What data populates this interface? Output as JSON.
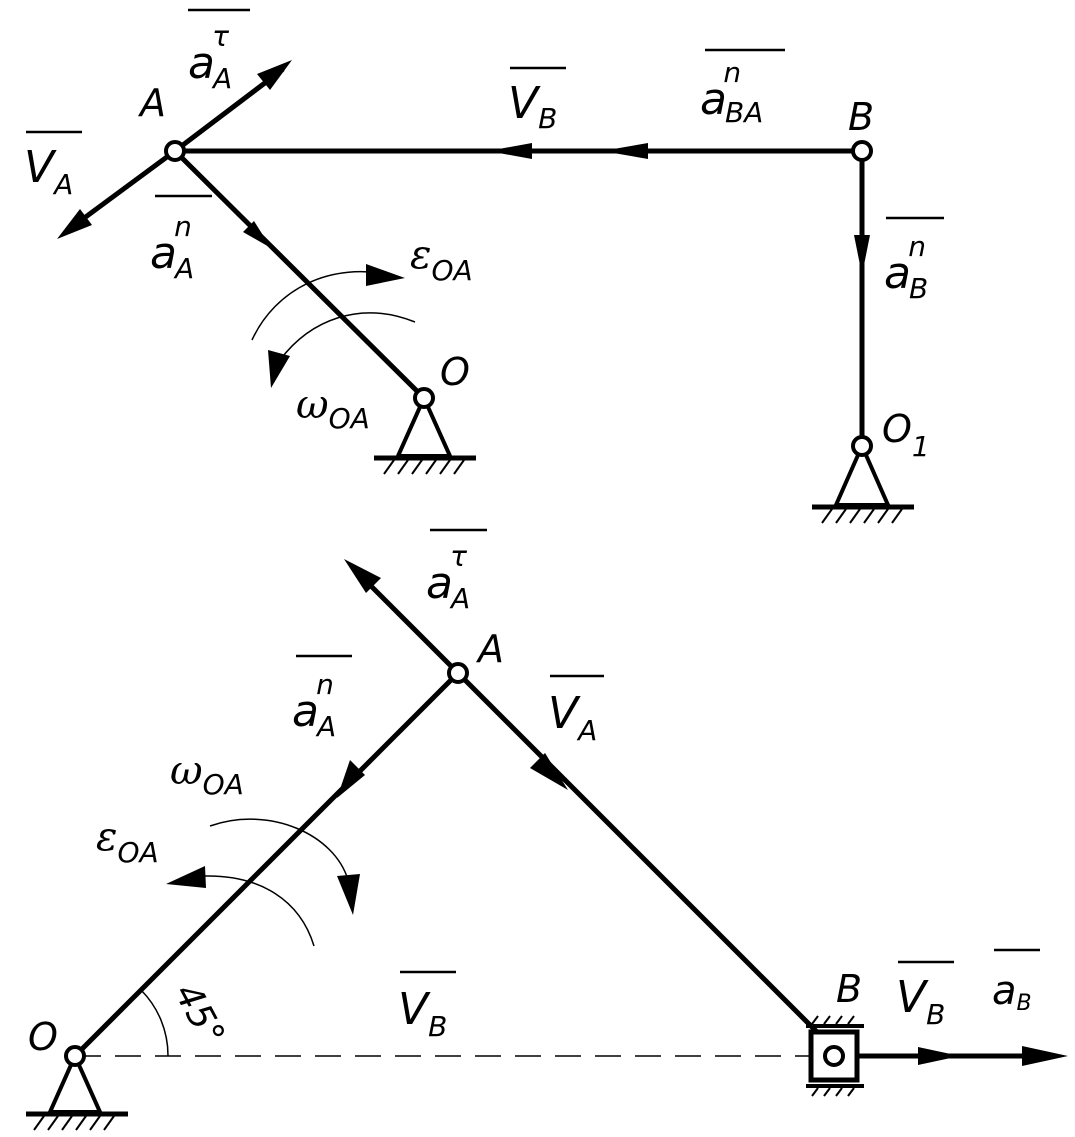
{
  "labels": {
    "top_A": "A",
    "top_B": "B",
    "top_O": "O",
    "top_O1_main": "O",
    "top_O1_sub": "1",
    "bot_A": "A",
    "bot_B": "B",
    "bot_O": "O",
    "angle": "45°"
  },
  "symbols": {
    "a": "a",
    "V": "V",
    "tau": "τ",
    "n": "n",
    "A": "A",
    "B": "B",
    "BA": "BA",
    "epsilon": "ε",
    "omega": "ω",
    "OA": "OA"
  }
}
